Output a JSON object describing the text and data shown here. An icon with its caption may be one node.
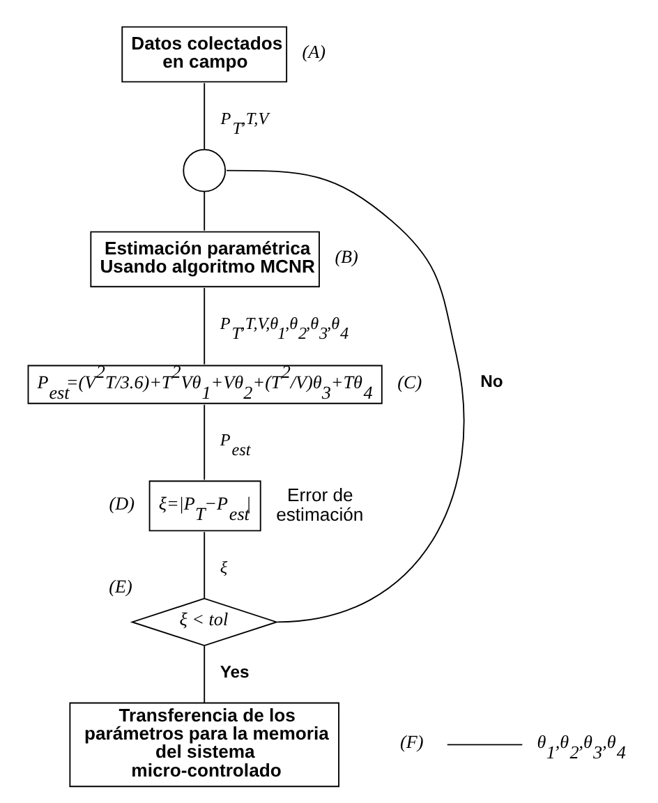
{
  "diagram": {
    "nodes": [
      {
        "text": [
          "Datos colectados en campo"
        ],
        "beside": [
          "(A)"
        ]
      },
      {
        "text": [],
        "shape": "circle"
      },
      {
        "text": [
          "Estimación paramétrica Usando algoritmo MCNR"
        ],
        "beside": [
          "(B)"
        ]
      },
      {
        "text": [
          "P$_{est}$=(V$^{2}$T/3.6)+T$^{2}$Vθ$_{1}$+Vθ$_{2}$+(T$^{2}$/V)θ$_{3}$+Tθ$_{4}$"
        ],
        "beside": [
          "(C)"
        ]
      },
      {
        "text": [
          "ξ=|P$_{T}$−P$_{est}$|"
        ],
        "beside": [
          "(D)",
          "Error de estimación"
        ]
      },
      {
        "text": [
          "ξ < tol"
        ],
        "beside": [
          "(E)"
        ]
      },
      {
        "text": [
          "Transferencia de los parámetros para la memoria del sistema micro-controlado"
        ]
      },
      {
        "text": [
          "θ$_{1}$,θ$_{2}$,θ$_{3}$,θ$_{4}$"
        ]
      },
      {
        "text": [
          "(F)"
        ]
      }
    ],
    "edges": [
      {
        "from": 0,
        "to": 1,
        "arrow": "none",
        "label": "P$_{T}$,T,V"
      },
      {
        "from": 1,
        "to": 2,
        "arrow": "none"
      },
      {
        "from": 2,
        "to": 3,
        "arrow": "none",
        "label": "P$_{T}$,T,V,θ$_{1}$,θ$_{2}$,θ$_{3}$,θ$_{4}$"
      },
      {
        "from": 3,
        "to": 4,
        "arrow": "none",
        "label": "P$_{est}$"
      },
      {
        "from": 4,
        "to": 5,
        "arrow": "none",
        "label": "ξ"
      },
      {
        "from": 5,
        "to": 6,
        "arrow": "none",
        "label": "Yes"
      },
      {
        "from": 5,
        "to": 1,
        "arrow": "none",
        "label": "No"
      },
      {
        "from": 8,
        "to": 7,
        "arrow": "none"
      }
    ]
  }
}
